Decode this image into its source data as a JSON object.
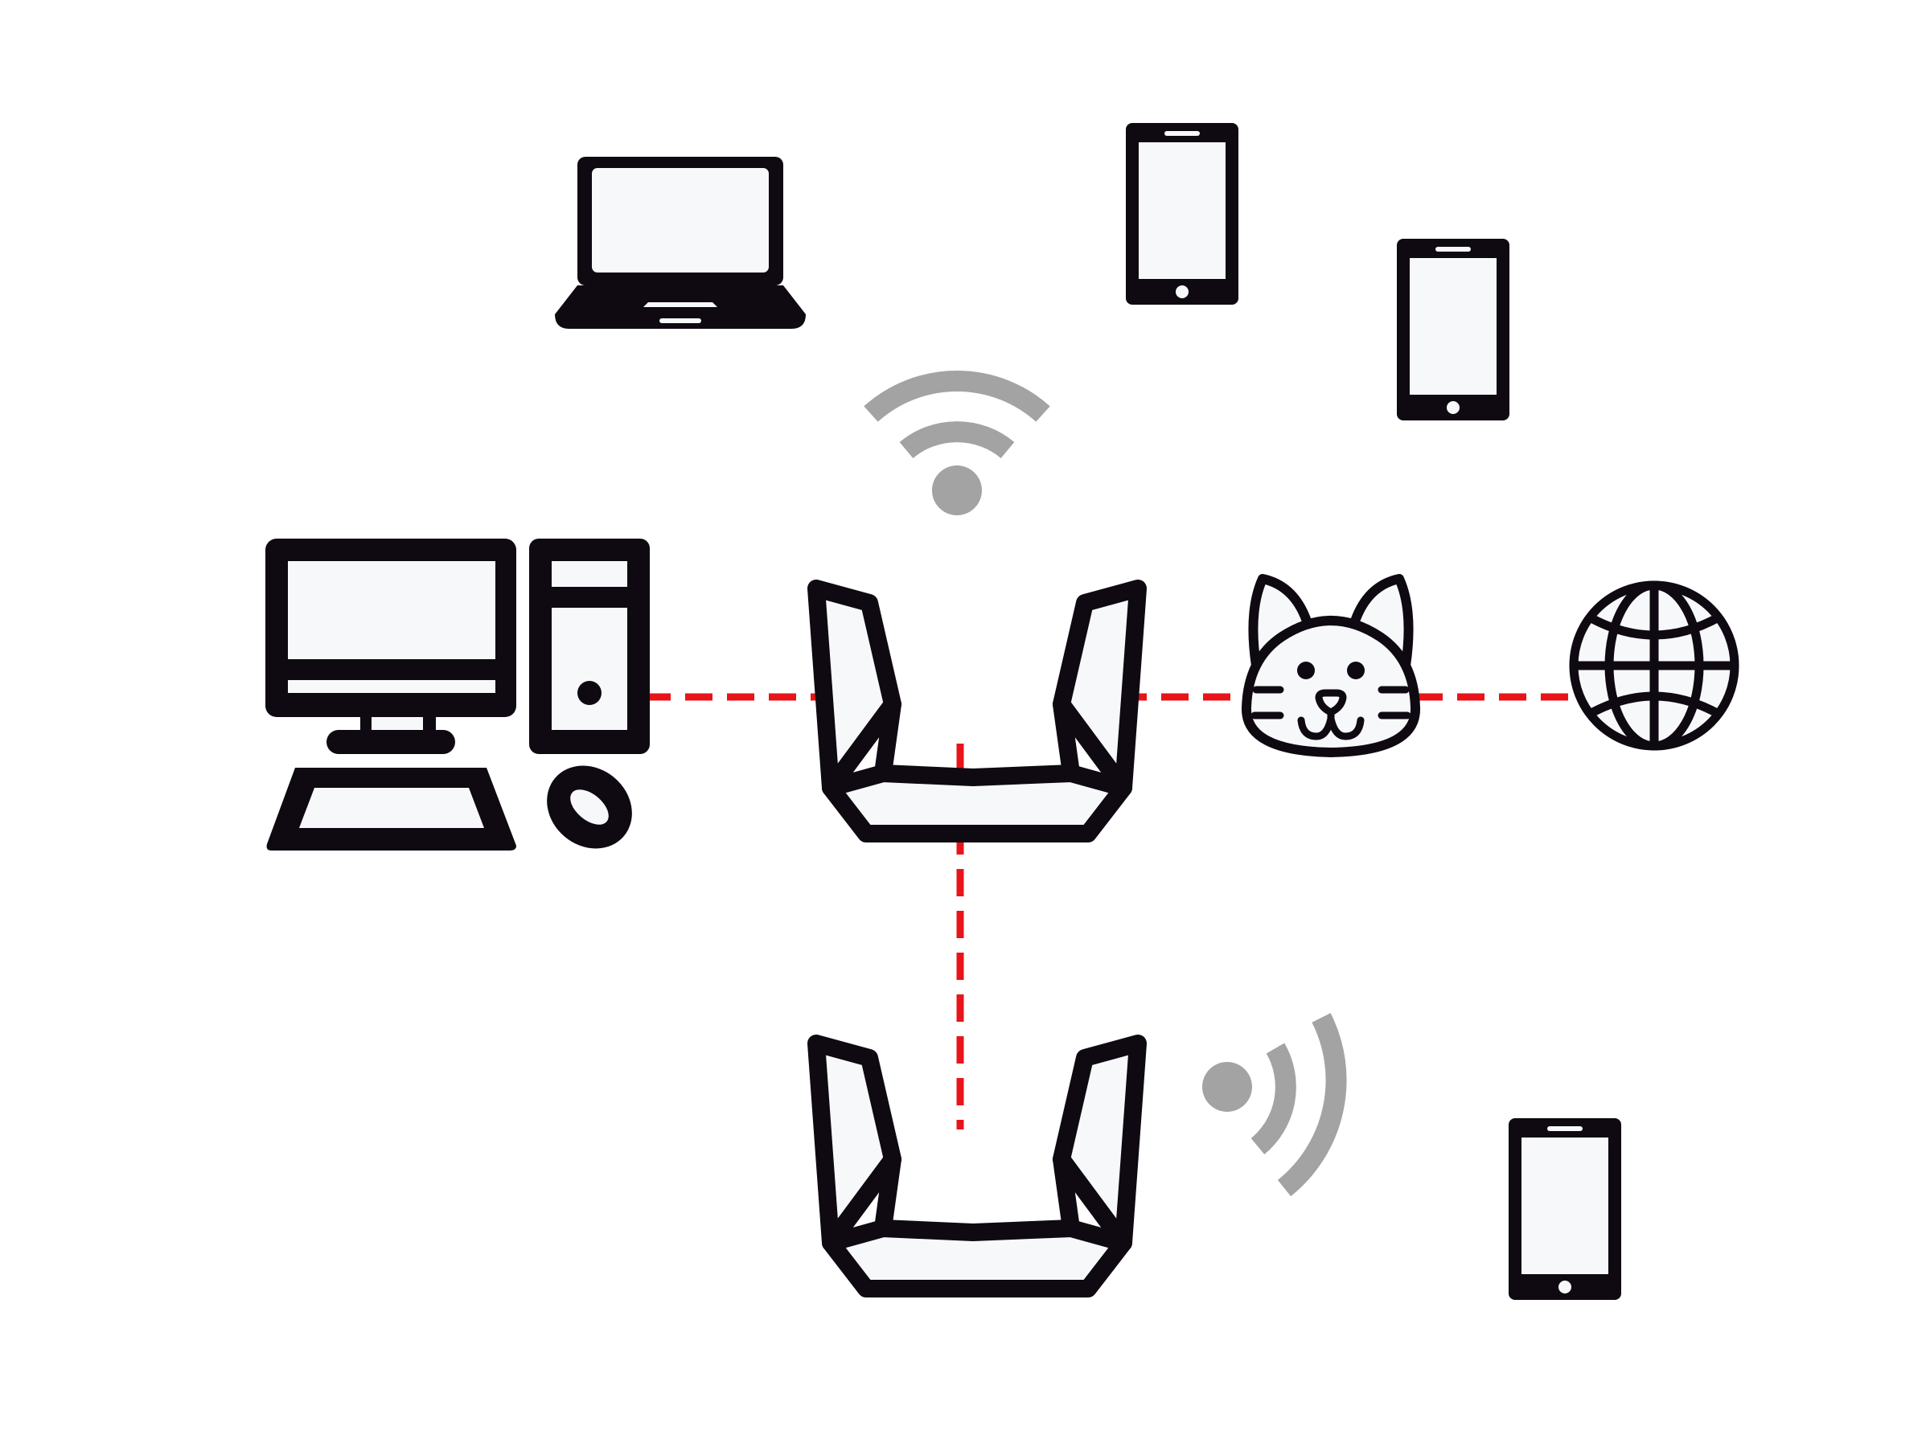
{
  "diagram": {
    "title": "",
    "colors": {
      "background": "#ffffff",
      "device_outline": "#0f0a12",
      "device_fill": "#f7f8fa",
      "wifi_signal": "#a3a3a3",
      "link_line": "#e8141a"
    },
    "nodes": [
      {
        "id": "desktop-computer",
        "icon": "desktop-computer-icon"
      },
      {
        "id": "main-router",
        "icon": "router-icon"
      },
      {
        "id": "extender-router",
        "icon": "router-icon"
      },
      {
        "id": "cat-modem",
        "icon": "cat-icon"
      },
      {
        "id": "internet",
        "icon": "globe-icon"
      },
      {
        "id": "laptop",
        "icon": "laptop-icon"
      },
      {
        "id": "phone-1",
        "icon": "smartphone-icon"
      },
      {
        "id": "phone-2",
        "icon": "smartphone-icon"
      },
      {
        "id": "phone-3",
        "icon": "smartphone-icon"
      }
    ],
    "wired_links": [
      {
        "from": "desktop-computer",
        "to": "main-router",
        "style": "dashed"
      },
      {
        "from": "main-router",
        "to": "cat-modem",
        "style": "dashed"
      },
      {
        "from": "cat-modem",
        "to": "internet",
        "style": "dashed"
      },
      {
        "from": "main-router",
        "to": "extender-router",
        "style": "dashed"
      }
    ],
    "wireless_signals": [
      {
        "source": "main-router",
        "icon": "wifi-signal-icon",
        "direction": "up"
      },
      {
        "source": "extender-router",
        "icon": "wifi-signal-icon",
        "direction": "right"
      }
    ]
  }
}
